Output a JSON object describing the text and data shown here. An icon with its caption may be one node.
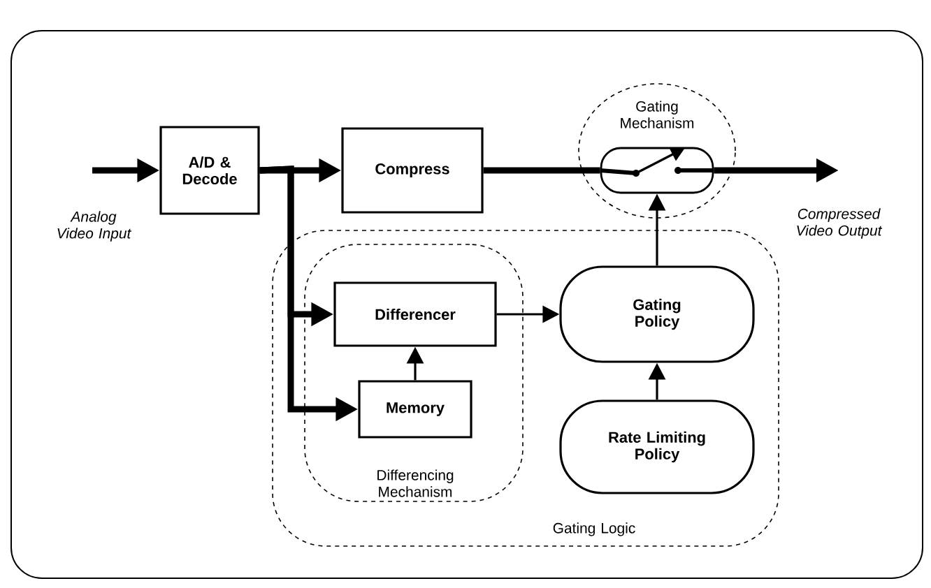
{
  "diagram": {
    "nodes": [
      {
        "text": [
          "A/D & Decode"
        ]
      },
      {
        "text": [
          "Compress"
        ]
      },
      {
        "text": [
          "Gating Mechanism"
        ]
      },
      {
        "text": [],
        "shape": "box",
        "in": 2
      },
      {
        "text": [
          "Gating Logic"
        ]
      },
      {
        "text": [
          "Differencing Mechanism"
        ],
        "in": 4
      },
      {
        "text": [
          "Differencer"
        ],
        "in": 5
      },
      {
        "text": [
          "Memory"
        ],
        "in": 5
      },
      {
        "text": [
          "Gating Policy"
        ],
        "in": 4
      },
      {
        "text": [
          "Rate Limiting Policy"
        ],
        "in": 4
      }
    ],
    "edges": [
      {
        "from": null,
        "to": 0,
        "arrow": "to"
      },
      {
        "from": 0,
        "to": 1,
        "arrow": "to"
      },
      {
        "from": 0,
        "to": 6,
        "arrow": "to"
      },
      {
        "from": 0,
        "to": 7,
        "arrow": "to"
      },
      {
        "from": 1,
        "to": 3,
        "arrow": "none"
      },
      {
        "from": 3,
        "to": null,
        "arrow": "to"
      },
      {
        "from": 7,
        "to": 6,
        "arrow": "to"
      },
      {
        "from": 6,
        "to": 8,
        "arrow": "to"
      },
      {
        "from": 8,
        "to": 3,
        "arrow": "to"
      },
      {
        "from": 9,
        "to": 8,
        "arrow": "to"
      }
    ],
    "labels": [
      "Analog Video Input",
      "Compressed Video Output"
    ]
  }
}
